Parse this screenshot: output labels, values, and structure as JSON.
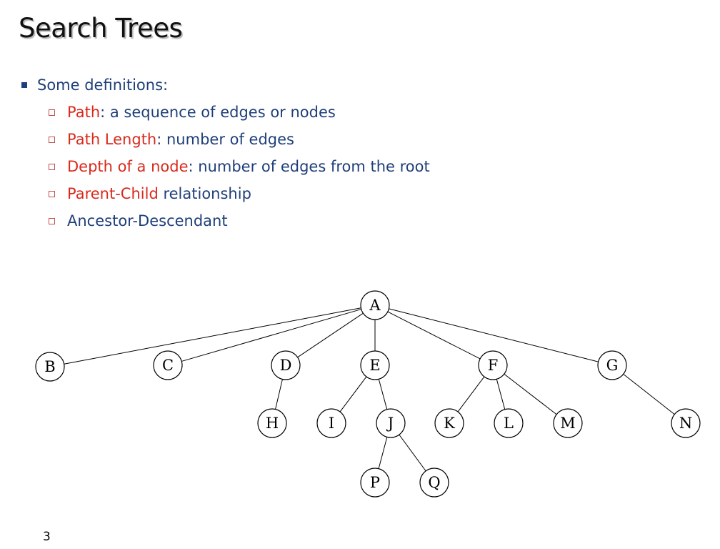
{
  "slide": {
    "title": "Search Trees",
    "page_number": "3"
  },
  "bullets": {
    "intro": "Some definitions:",
    "items": [
      {
        "term": "Path",
        "rest": ": a sequence of edges or nodes"
      },
      {
        "term": "Path Length",
        "rest": ": number of edges"
      },
      {
        "term": "Depth of a node",
        "rest": ": number of edges from the root"
      },
      {
        "term": "Parent-Child",
        "rest": " relationship"
      },
      {
        "term": "",
        "rest": "Ancestor-Descendant"
      }
    ]
  },
  "tree": {
    "nodes": [
      {
        "id": "A",
        "label": "A"
      },
      {
        "id": "B",
        "label": "B"
      },
      {
        "id": "C",
        "label": "C"
      },
      {
        "id": "D",
        "label": "D"
      },
      {
        "id": "E",
        "label": "E"
      },
      {
        "id": "F",
        "label": "F"
      },
      {
        "id": "G",
        "label": "G"
      },
      {
        "id": "H",
        "label": "H"
      },
      {
        "id": "I",
        "label": "I"
      },
      {
        "id": "J",
        "label": "J"
      },
      {
        "id": "K",
        "label": "K"
      },
      {
        "id": "L",
        "label": "L"
      },
      {
        "id": "M",
        "label": "M"
      },
      {
        "id": "N",
        "label": "N"
      },
      {
        "id": "P",
        "label": "P"
      },
      {
        "id": "Q",
        "label": "Q"
      }
    ],
    "edges": [
      [
        "A",
        "B"
      ],
      [
        "A",
        "C"
      ],
      [
        "A",
        "D"
      ],
      [
        "A",
        "E"
      ],
      [
        "A",
        "F"
      ],
      [
        "A",
        "G"
      ],
      [
        "D",
        "H"
      ],
      [
        "E",
        "I"
      ],
      [
        "E",
        "J"
      ],
      [
        "F",
        "K"
      ],
      [
        "F",
        "L"
      ],
      [
        "F",
        "M"
      ],
      [
        "G",
        "N"
      ],
      [
        "J",
        "P"
      ],
      [
        "J",
        "Q"
      ]
    ]
  }
}
